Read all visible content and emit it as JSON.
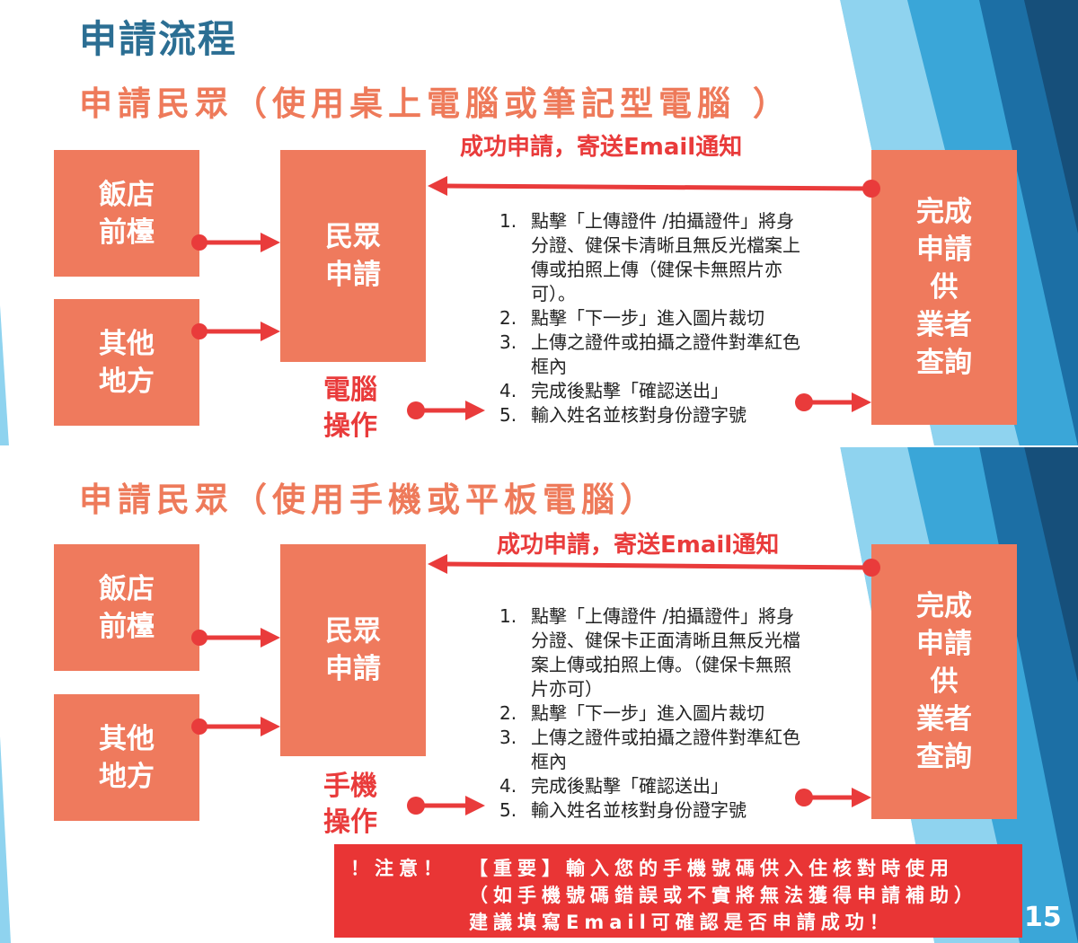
{
  "page_title": "申請流程",
  "page_number": "15",
  "sections": [
    {
      "title": "申請民眾（使用桌上電腦或筆記型電腦 ）",
      "email_note": "成功申請，寄送Email通知",
      "source_hotel": [
        "飯店",
        "前檯"
      ],
      "source_other": [
        "其他",
        "地方"
      ],
      "applicant": [
        "民眾",
        "申請"
      ],
      "operation": [
        "電腦",
        "操作"
      ],
      "done": [
        "完成",
        "申請",
        "供",
        "業者",
        "查詢"
      ],
      "steps": [
        {
          "num": "1.",
          "text": "點擊「上傳證件 /拍攝證件」將身分證、健保卡清晰且無反光檔案上傳或拍照上傳（健保卡無照片亦可）。"
        },
        {
          "num": "2.",
          "text": "點擊「下一步」進入圖片裁切"
        },
        {
          "num": "3.",
          "text": "上傳之證件或拍攝之證件對準紅色框內"
        },
        {
          "num": "4.",
          "text": "完成後點擊「確認送出」"
        },
        {
          "num": "5.",
          "text": "輸入姓名並核對身份證字號"
        }
      ]
    },
    {
      "title": "申請民眾（使用手機或平板電腦）",
      "email_note": "成功申請，寄送Email通知",
      "source_hotel": [
        "飯店",
        "前檯"
      ],
      "source_other": [
        "其他",
        "地方"
      ],
      "applicant": [
        "民眾",
        "申請"
      ],
      "operation": [
        "手機",
        "操作"
      ],
      "done": [
        "完成",
        "申請",
        "供",
        "業者",
        "查詢"
      ],
      "steps": [
        {
          "num": "1.",
          "text": "點擊「上傳證件 /拍攝證件」將身分證、健保卡正面清晰且無反光檔案上傳或拍照上傳。（健保卡無照片亦可）"
        },
        {
          "num": "2.",
          "text": "點擊「下一步」進入圖片裁切"
        },
        {
          "num": "3.",
          "text": "上傳之證件或拍攝之證件對準紅色框內"
        },
        {
          "num": "4.",
          "text": "完成後點擊「確認送出」"
        },
        {
          "num": "5.",
          "text": "輸入姓名並核對身份證字號"
        }
      ]
    }
  ],
  "notice": {
    "label": "！注意！",
    "lines": [
      "【重要】輸入您的手機號碼供入住核對時使用",
      "（如手機號碼錯誤或不實將無法獲得申請補助）",
      "建議填寫Email可確認是否申請成功！"
    ]
  },
  "colors": {
    "box": "#ef7a5d",
    "arrow": "#e93b3b",
    "title": "#2b6e93",
    "notice": "#e93535"
  }
}
